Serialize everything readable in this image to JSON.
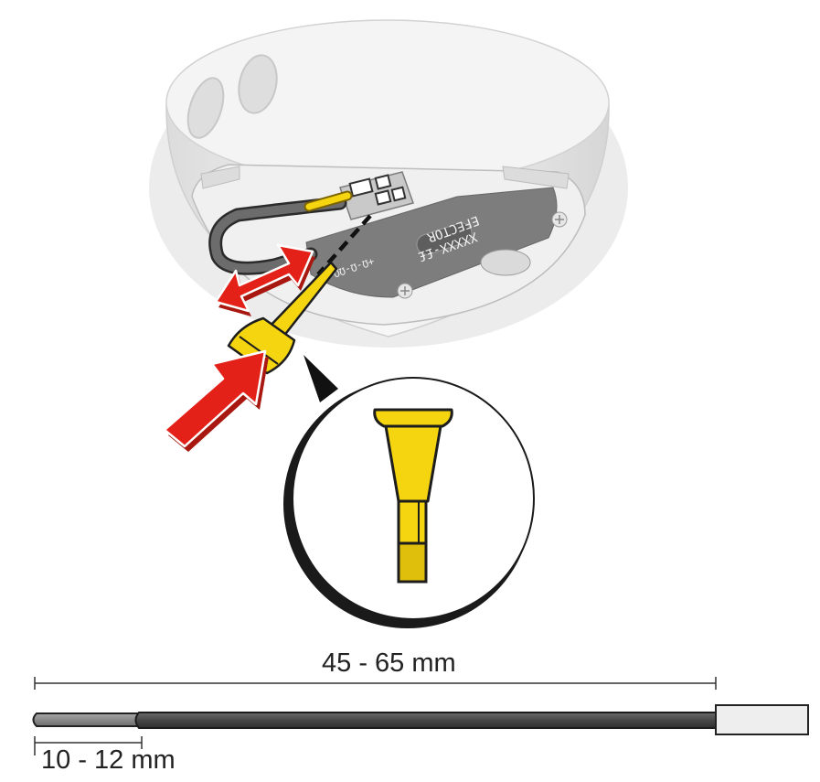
{
  "device": {
    "brand": "EFECTOR",
    "code": "XXXXX-££",
    "terminal_marking": "+Ω-Ω-ΩΩ"
  },
  "dimensions": {
    "total_length": "45 - 65 mm",
    "strip_length": "10 - 12 mm"
  },
  "colors": {
    "arrow": "#e32119",
    "ferrule": "#f5d410",
    "device_body": "#eeeeee",
    "label_plate": "#7d7d7d",
    "wire": "#555555"
  }
}
